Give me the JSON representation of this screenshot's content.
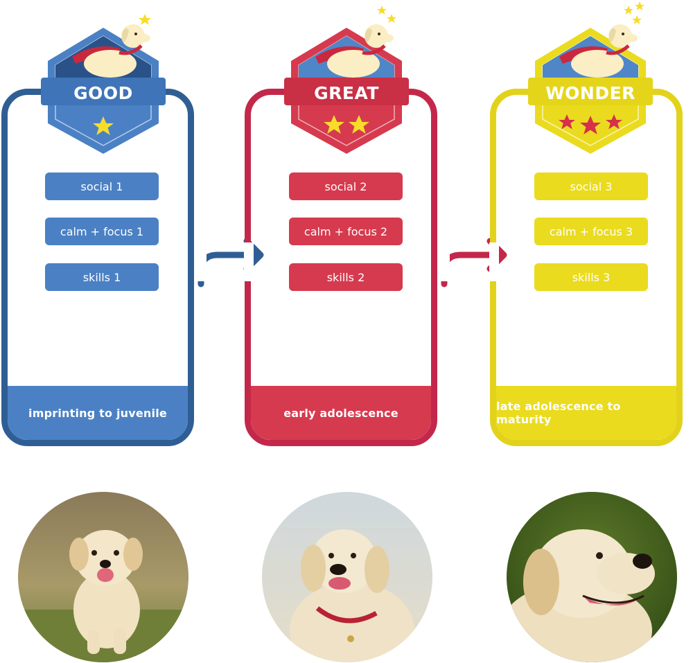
{
  "stages": [
    {
      "title": "GOOD",
      "stars": 1,
      "items": [
        "social 1",
        "calm + focus 1",
        "skills 1"
      ],
      "period": "imprinting to juvenile",
      "colors": {
        "border": "#2f5e94",
        "fill": "#4b81c4",
        "dark": "#2a5288",
        "star": "#f7dc2a"
      }
    },
    {
      "title": "GREAT",
      "stars": 2,
      "items": [
        "social 2",
        "calm + focus 2",
        "skills 2"
      ],
      "period": "early adolescence",
      "colors": {
        "border": "#c3284a",
        "fill": "#d63a4e",
        "dark": "#a61e3a",
        "star": "#f7dc2a"
      }
    },
    {
      "title": "WONDER",
      "stars": 3,
      "items": [
        "social 3",
        "calm + focus 3",
        "skills 3"
      ],
      "period": "late adolescence to maturity",
      "colors": {
        "border": "#e3d21c",
        "fill": "#eadb1e",
        "dark": "#cdbd12",
        "star": "#d6304a"
      }
    }
  ],
  "icons": {
    "mascot": "flying-dog-with-cape-icon",
    "sparkle": "star-icon",
    "arrow": "right-arrow-icon"
  },
  "photos": [
    "golden-retriever-puppy",
    "young-golden-retriever",
    "adult-golden-retriever"
  ]
}
